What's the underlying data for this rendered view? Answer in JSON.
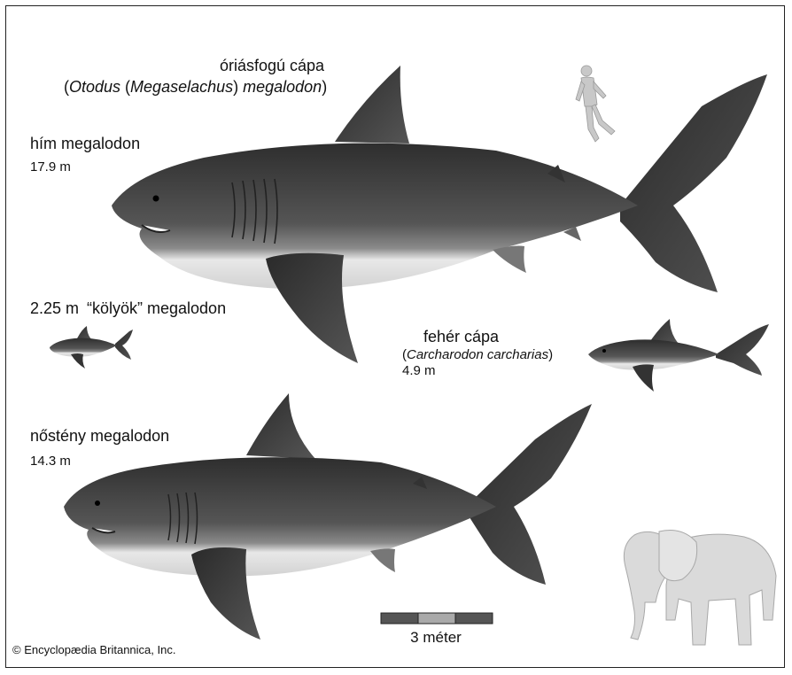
{
  "title": "óriásfogú cápa",
  "subtitle": {
    "open": "(",
    "genus": "Otodus",
    "subgenus_open": " (",
    "subgenus": "Megaselachus",
    "subgenus_close": ") ",
    "species": "megalodon",
    "close": ")"
  },
  "male": {
    "label": "hím megalodon",
    "length": "17.9 m"
  },
  "pup": {
    "length": "2.25 m",
    "label": "“kölyök” megalodon"
  },
  "white_shark": {
    "label": "fehér cápa",
    "scientific_open": "(",
    "scientific": "Carcharodon carcharias",
    "scientific_close": ")",
    "length": "4.9 m"
  },
  "female": {
    "label": "nőstény megalodon",
    "length": "14.3 m"
  },
  "scale_bar": {
    "label": "3 méter"
  },
  "credit": "© Encyclopædia Britannica, Inc.",
  "colors": {
    "shark_dark": "#3a3a3a",
    "shark_mid": "#5a5a5a",
    "belly": "#e6e6e6",
    "diver": "#bdbdbd",
    "elephant": "#dadada"
  },
  "icons": [
    "diver-silhouette-icon",
    "elephant-silhouette-icon"
  ]
}
